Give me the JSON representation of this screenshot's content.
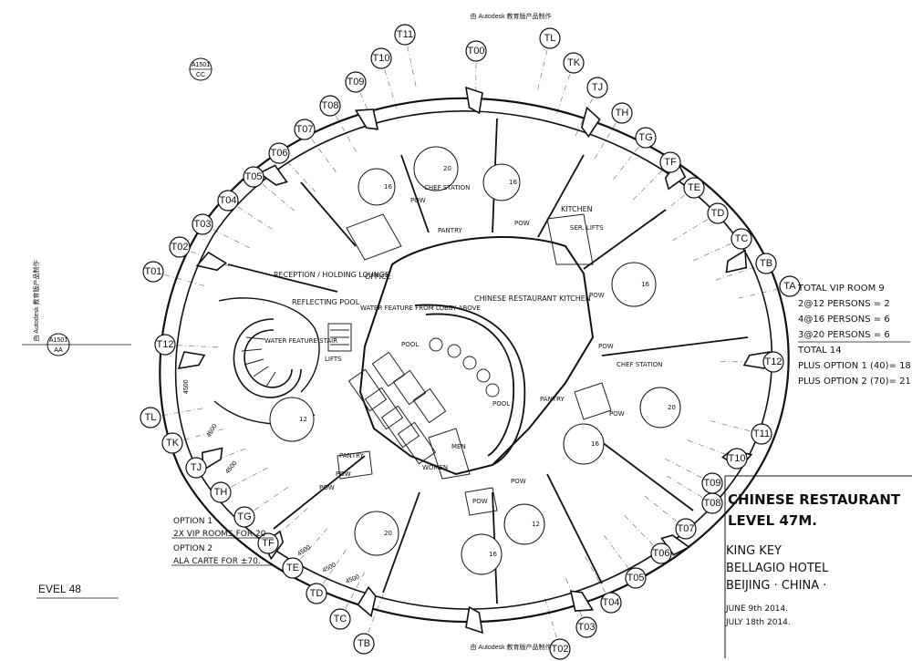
{
  "header_watermark": "由 Autodesk 教育版产品制作",
  "side_watermark": "由 Autodesk 教育版产品制作",
  "footer_watermark": "由 Autodesk 教育版产品制作",
  "section_marks": [
    {
      "top": "A1501",
      "bottom": "CC"
    },
    {
      "top": "A1501",
      "bottom": "AA"
    }
  ],
  "grid_bubbles": [
    "T00",
    "T01",
    "T02",
    "T03",
    "T04",
    "T05",
    "T06",
    "T07",
    "T08",
    "T09",
    "T10",
    "T11",
    "T12",
    "TA",
    "TB",
    "TC",
    "TD",
    "TE",
    "TF",
    "TG",
    "TH",
    "TJ",
    "TK",
    "TL"
  ],
  "level_label": "EVEL 48",
  "room_labels": {
    "reception": "RECEPTION / HOLDING LOUNGE",
    "office": "OFFICE",
    "reflecting_pool": "REFLECTING POOL",
    "water_feature_lobby": "WATER FEATURE FROM LOBBY ABOVE",
    "water_feature_stair": "WATER FEATURE STAIR",
    "lifts_left": "LIFTS",
    "chinese_restaurant_kitchen": "CHINESE RESTAURANT KITCHEN",
    "chef_station_top": "CHEF STATION",
    "chef_station_right": "CHEF STATION",
    "kitchen": "KITCHEN",
    "service_lifts": "SER. LIFTS",
    "pantry": "PANTRY",
    "pow": "POW",
    "men": "MEN",
    "women": "WOMEN",
    "pool": "POOL"
  },
  "table_counts": [
    "20",
    "16",
    "16",
    "16",
    "20",
    "16",
    "12",
    "12",
    "20",
    "16"
  ],
  "vip_summary": {
    "line1": "TOTAL VIP ROOM  9",
    "line2": "2@12 PERSONS = 2",
    "line3": "4@16 PERSONS = 6",
    "line4": "3@20 PERSONS = 6",
    "line5": "TOTAL        14",
    "line6": "PLUS OPTION 1 (40)= 18",
    "line7": "PLUS OPTION 2 (70)= 21"
  },
  "options_note": {
    "line1": "OPTION 1",
    "line2": "2X VIP ROOMS FOR 20",
    "line3": "OPTION 2",
    "line4": "ALA CARTE FOR ±70."
  },
  "title_block": {
    "title1": "CHINESE RESTAURANT",
    "title2": "LEVEL 47M.",
    "project1": "KING KEY",
    "project2": "BELLAGIO HOTEL",
    "project3": "BEIJING · CHINA ·",
    "date1": "JUNE 9th 2014.",
    "date2": "JULY 18th 2014."
  },
  "dimension_text": "4500"
}
